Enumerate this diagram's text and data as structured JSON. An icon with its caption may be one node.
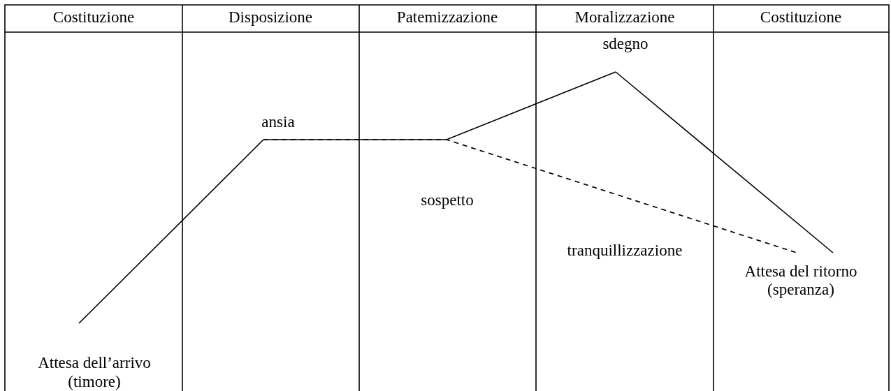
{
  "diagram": {
    "nodes": [
      {
        "text": [
          "Attesa dell’arrivo (timore)"
        ]
      },
      {
        "text": [
          "ansia"
        ]
      },
      {
        "text": [
          "sdegno"
        ]
      },
      {
        "text": [
          "Attesa del ritorno (speranza)"
        ]
      }
    ],
    "edges": [
      {
        "from": 0,
        "to": 1,
        "arrow": "none"
      },
      {
        "from": 1,
        "to": 2,
        "arrow": "none"
      },
      {
        "from": 2,
        "to": 3,
        "arrow": "none"
      },
      {
        "from": 1,
        "to": 3,
        "arrow": "none",
        "style": "dashed"
      }
    ],
    "labels": [
      "Costituzione",
      "Disposizione",
      "Patemizzazione",
      "Moralizzazione",
      "Costituzione",
      "sospetto",
      "tranquillizzazione"
    ]
  }
}
